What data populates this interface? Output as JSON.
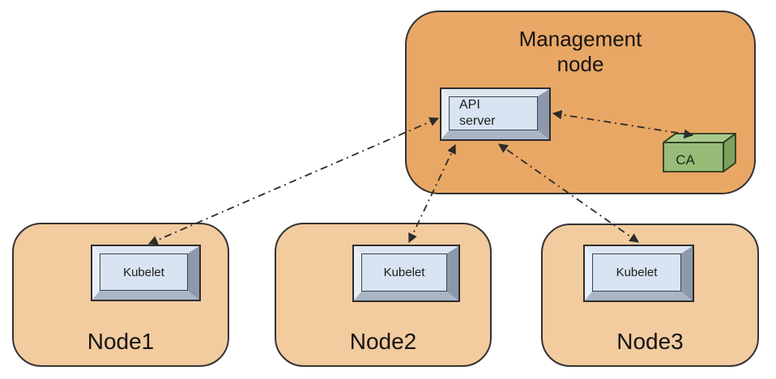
{
  "diagram": {
    "management": {
      "label": "Management\nnode",
      "api_server_label": "API\nserver",
      "ca_label": "CA"
    },
    "nodes": [
      {
        "label": "Node1",
        "component": "Kubelet"
      },
      {
        "label": "Node2",
        "component": "Kubelet"
      },
      {
        "label": "Node3",
        "component": "Kubelet"
      }
    ],
    "connections": [
      {
        "from": "API server",
        "to": "Node1 Kubelet",
        "style": "dash-dot, arrowheads both ends"
      },
      {
        "from": "API server",
        "to": "Node2 Kubelet",
        "style": "dash-dot, arrowheads both ends"
      },
      {
        "from": "API server",
        "to": "Node3 Kubelet",
        "style": "dash-dot, arrowheads both ends"
      },
      {
        "from": "API server",
        "to": "CA",
        "style": "dash-dot, arrowheads both ends"
      }
    ],
    "colors": {
      "management_fill": "#E8A765",
      "node_fill": "#F2CB9E",
      "box_face": "#D8E4F1",
      "ca_front": "#97BC78",
      "ca_top": "#A9CA8D",
      "ca_side": "#7BA15C",
      "arrow": "#2B2B2B",
      "outline": "#333333"
    }
  }
}
